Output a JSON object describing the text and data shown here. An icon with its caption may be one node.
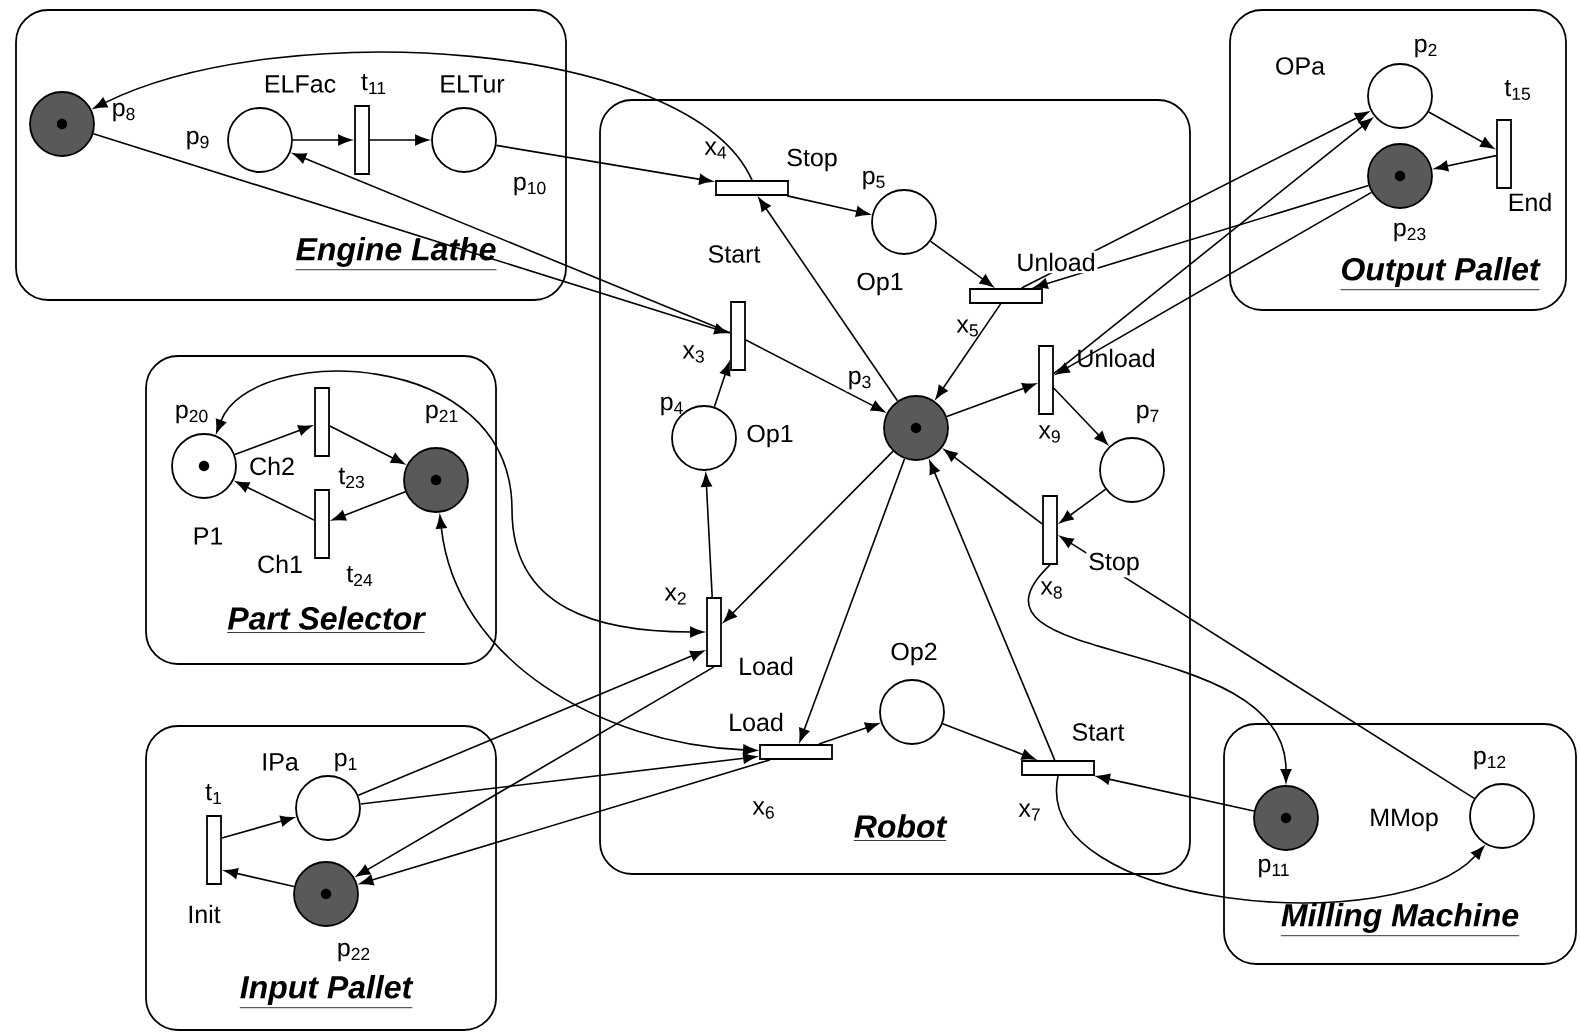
{
  "diagram": {
    "nodes": [
      {
        "text": [
          "Engine Lathe"
        ]
      },
      {
        "text": [],
        "shape": "circle",
        "beside": [
          "p$_{8}$"
        ],
        "in": 0
      },
      {
        "text": [],
        "shape": "circle",
        "beside": [
          "ELFac",
          "p$_{9}$"
        ],
        "in": 0
      },
      {
        "text": [],
        "shape": "bar",
        "beside": [
          "t$_{11}$"
        ],
        "in": 0
      },
      {
        "text": [],
        "shape": "circle",
        "beside": [
          "ELTur",
          "p$_{10}$"
        ],
        "in": 0
      },
      {
        "text": [
          "Output Pallet"
        ]
      },
      {
        "text": [],
        "shape": "circle",
        "beside": [
          "OPa",
          "p$_{2}$"
        ],
        "in": 5
      },
      {
        "text": [],
        "shape": "bar",
        "beside": [
          "t$_{15}$",
          "End"
        ],
        "in": 5
      },
      {
        "text": [],
        "shape": "circle",
        "beside": [
          "p$_{23}$"
        ],
        "in": 5
      },
      {
        "text": [
          "Robot"
        ]
      },
      {
        "text": [],
        "shape": "bar",
        "beside": [
          "x$_{4}$",
          "Stop"
        ],
        "in": 9
      },
      {
        "text": [],
        "shape": "circle",
        "beside": [
          "p$_{5}$",
          "Op1"
        ],
        "in": 9
      },
      {
        "text": [],
        "shape": "bar",
        "beside": [
          "Start",
          "x$_{3}$"
        ],
        "in": 9
      },
      {
        "text": [],
        "shape": "bar",
        "beside": [
          "Unload",
          "x$_{5}$"
        ],
        "in": 9
      },
      {
        "text": [],
        "shape": "circle",
        "beside": [
          "p$_{4}$",
          "Op1"
        ],
        "in": 9
      },
      {
        "text": [],
        "shape": "circle",
        "beside": [
          "p$_{3}$"
        ],
        "in": 9
      },
      {
        "text": [],
        "shape": "bar",
        "beside": [
          "Unload",
          "x$_{9}$"
        ],
        "in": 9
      },
      {
        "text": [],
        "shape": "circle",
        "beside": [
          "p$_{7}$"
        ],
        "in": 9
      },
      {
        "text": [],
        "shape": "bar",
        "beside": [
          "Stop",
          "x$_{8}$"
        ],
        "in": 9
      },
      {
        "text": [],
        "shape": "bar",
        "beside": [
          "x$_{2}$",
          "Load"
        ],
        "in": 9
      },
      {
        "text": [],
        "shape": "circle",
        "beside": [
          "Op2"
        ],
        "in": 9
      },
      {
        "text": [],
        "shape": "bar",
        "beside": [
          "Load",
          "x$_{6}$"
        ],
        "in": 9
      },
      {
        "text": [],
        "shape": "bar",
        "beside": [
          "Start",
          "x$_{7}$"
        ],
        "in": 9
      },
      {
        "text": [
          "Part Selector"
        ]
      },
      {
        "text": [],
        "shape": "circle",
        "beside": [
          "p$_{20}$",
          "P1"
        ],
        "in": 23
      },
      {
        "text": [],
        "shape": "bar",
        "beside": [
          "Ch2",
          "t$_{23}$"
        ],
        "in": 23
      },
      {
        "text": [],
        "shape": "circle",
        "beside": [
          "p$_{21}$"
        ],
        "in": 23
      },
      {
        "text": [],
        "shape": "bar",
        "beside": [
          "Ch1",
          "t$_{24}$"
        ],
        "in": 23
      },
      {
        "text": [
          "Input Pallet"
        ]
      },
      {
        "text": [],
        "shape": "bar",
        "beside": [
          "t$_{1}$",
          "Init"
        ],
        "in": 28
      },
      {
        "text": [],
        "shape": "circle",
        "beside": [
          "IPa",
          "p$_{1}$"
        ],
        "in": 28
      },
      {
        "text": [],
        "shape": "circle",
        "beside": [
          "p$_{22}$"
        ],
        "in": 28
      },
      {
        "text": [
          "Milling Machine"
        ]
      },
      {
        "text": [],
        "shape": "circle",
        "beside": [
          "p$_{11}$"
        ],
        "in": 32
      },
      {
        "text": [],
        "shape": "circle",
        "beside": [
          "p$_{12}$",
          "MMop"
        ],
        "in": 32
      }
    ],
    "edges": [
      {
        "from": 2,
        "to": 3,
        "arrow": "to"
      },
      {
        "from": 3,
        "to": 4,
        "arrow": "to"
      },
      {
        "from": 10,
        "to": 1,
        "arrow": "to"
      },
      {
        "from": 4,
        "to": 10,
        "arrow": "to"
      },
      {
        "from": 12,
        "to": 2,
        "arrow": "to"
      },
      {
        "from": 1,
        "to": 12,
        "arrow": "to"
      },
      {
        "from": 14,
        "to": 12,
        "arrow": "to"
      },
      {
        "from": 12,
        "to": 15,
        "arrow": "to"
      },
      {
        "from": 10,
        "to": 11,
        "arrow": "to"
      },
      {
        "from": 15,
        "to": 10,
        "arrow": "to"
      },
      {
        "from": 11,
        "to": 13,
        "arrow": "to"
      },
      {
        "from": 13,
        "to": 15,
        "arrow": "to"
      },
      {
        "from": 13,
        "to": 6,
        "arrow": "to"
      },
      {
        "from": 8,
        "to": 13,
        "arrow": "to"
      },
      {
        "from": 16,
        "to": 6,
        "arrow": "to"
      },
      {
        "from": 8,
        "to": 16,
        "arrow": "to"
      },
      {
        "from": 6,
        "to": 7,
        "arrow": "to"
      },
      {
        "from": 7,
        "to": 8,
        "arrow": "to"
      },
      {
        "from": 15,
        "to": 16,
        "arrow": "to"
      },
      {
        "from": 16,
        "to": 17,
        "arrow": "to"
      },
      {
        "from": 17,
        "to": 18,
        "arrow": "to"
      },
      {
        "from": 18,
        "to": 15,
        "arrow": "to"
      },
      {
        "from": 18,
        "to": 33,
        "arrow": "to"
      },
      {
        "from": 34,
        "to": 18,
        "arrow": "to"
      },
      {
        "from": 33,
        "to": 22,
        "arrow": "to"
      },
      {
        "from": 22,
        "to": 34,
        "arrow": "to"
      },
      {
        "from": 22,
        "to": 15,
        "arrow": "to"
      },
      {
        "from": 20,
        "to": 22,
        "arrow": "to"
      },
      {
        "from": 21,
        "to": 20,
        "arrow": "to"
      },
      {
        "from": 15,
        "to": 21,
        "arrow": "to"
      },
      {
        "from": 15,
        "to": 19,
        "arrow": "to"
      },
      {
        "from": 19,
        "to": 14,
        "arrow": "to"
      },
      {
        "from": 24,
        "to": 19,
        "arrow": "both"
      },
      {
        "from": 26,
        "to": 21,
        "arrow": "both"
      },
      {
        "from": 24,
        "to": 25,
        "arrow": "to"
      },
      {
        "from": 25,
        "to": 26,
        "arrow": "to"
      },
      {
        "from": 26,
        "to": 27,
        "arrow": "to"
      },
      {
        "from": 27,
        "to": 24,
        "arrow": "to"
      },
      {
        "from": 30,
        "to": 19,
        "arrow": "to"
      },
      {
        "from": 30,
        "to": 21,
        "arrow": "to"
      },
      {
        "from": 19,
        "to": 31,
        "arrow": "to"
      },
      {
        "from": 21,
        "to": 31,
        "arrow": "to"
      },
      {
        "from": 29,
        "to": 30,
        "arrow": "to"
      },
      {
        "from": 31,
        "to": 29,
        "arrow": "to"
      }
    ]
  }
}
